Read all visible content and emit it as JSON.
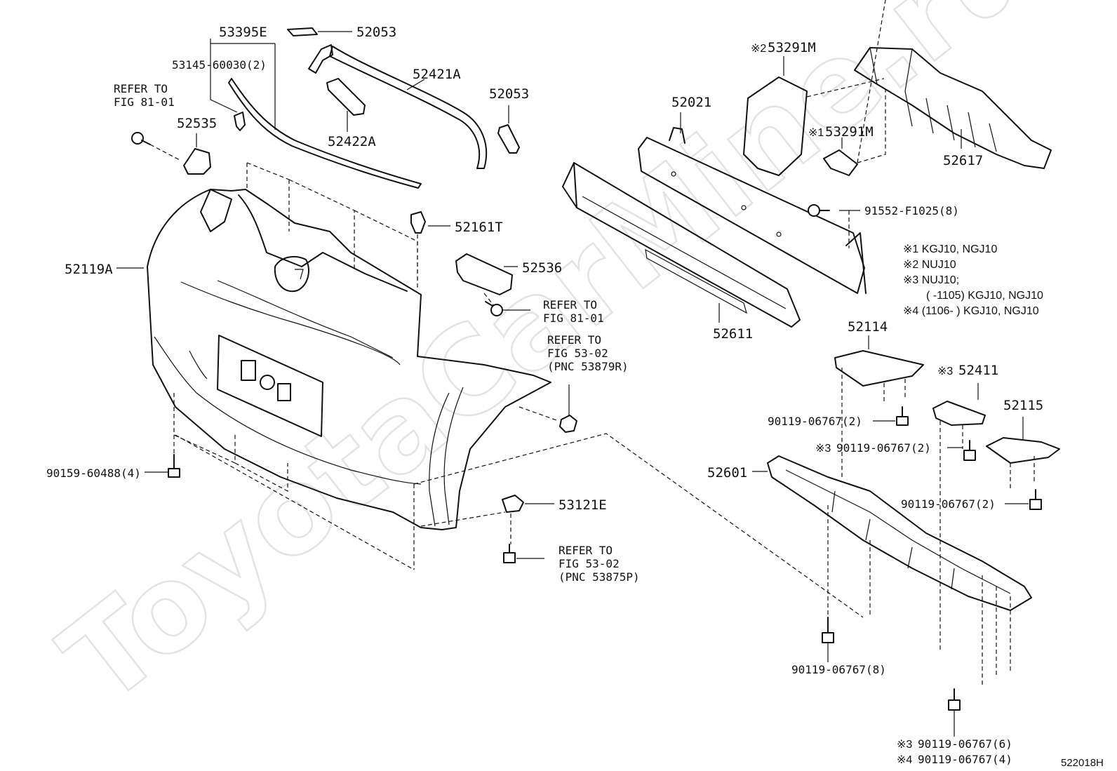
{
  "watermark": "ToyotaCarMine.ru",
  "diagram_code": "522018H",
  "labels": {
    "p53395E": "53395E",
    "p52053a": "52053",
    "p53145": "53145-60030(2)",
    "p52421A": "52421A",
    "p52053b": "52053",
    "p52422A": "52422A",
    "p52535": "52535",
    "p52161T": "52161T",
    "p52119A": "52119A",
    "p52536": "52536",
    "p90159": "90159-60488(4)",
    "p53121E": "53121E",
    "p52021": "52021",
    "p53291M_2": "53291M",
    "p53291M_1": "53291M",
    "p52617": "52617",
    "p91552": "91552-F1025(8)",
    "p52611": "52611",
    "p52114": "52114",
    "p52411": "52411",
    "p52115": "52115",
    "p90119_a": "90119-06767(2)",
    "p90119_b": "90119-06767(2)",
    "p52601": "52601",
    "p90119_c": "90119-06767(2)",
    "p90119_d": "90119-06767(8)",
    "p90119_e": "90119-06767(6)",
    "p90119_f": "90119-06767(4)"
  },
  "marks": {
    "m1": "※1",
    "m2": "※2",
    "m3": "※3",
    "m4": "※4"
  },
  "refs": {
    "r1_line1": "REFER TO",
    "r1_line2": "FIG 81-01",
    "r2_line1": "REFER TO",
    "r2_line2": "FIG 81-01",
    "r3_line1": "REFER TO",
    "r3_line2": "FIG 53-02",
    "r3_line3": "(PNC 53879R)",
    "r4_line1": "REFER TO",
    "r4_line2": "FIG 53-02",
    "r4_line3": "(PNC 53875P)"
  },
  "legend": {
    "l1": "※1 KGJ10, NGJ10",
    "l2": "※2 NUJ10",
    "l3": "※3 NUJ10;",
    "l4": "(        -1105) KGJ10, NGJ10",
    "l5": "※4 (1106-        ) KGJ10, NGJ10"
  }
}
